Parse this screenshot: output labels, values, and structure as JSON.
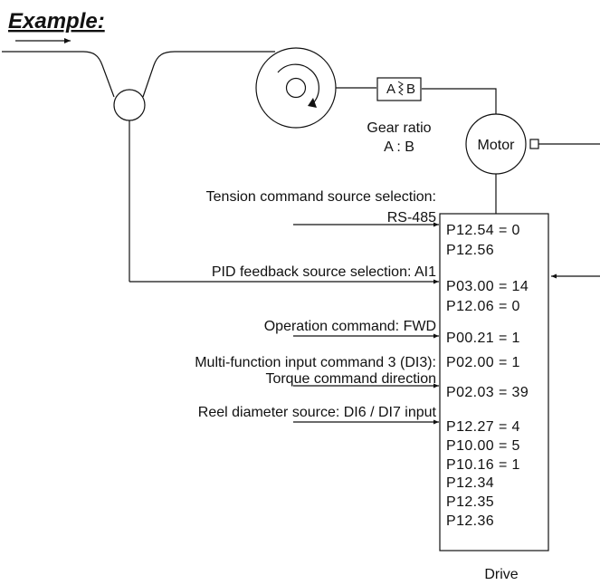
{
  "title": "Example:",
  "gear": {
    "a": "A",
    "b": "B",
    "label": "Gear ratio",
    "ratio": "A : B"
  },
  "motor_label": "Motor",
  "drive_label": "Drive",
  "inputs": [
    {
      "lines": [
        "Tension command source selection:",
        "RS-485"
      ],
      "params": [
        "P12.54 = 0",
        "P12.56"
      ]
    },
    {
      "lines": [
        "PID feedback source selection: AI1"
      ],
      "params": [
        "P03.00 = 14",
        "P12.06 = 0"
      ]
    },
    {
      "lines": [
        "Operation command: FWD"
      ],
      "params": [
        "P00.21 = 1"
      ]
    },
    {
      "lines": [
        "Multi-function input command 3 (DI3):",
        "Torque command direction"
      ],
      "params": [
        "P02.00 = 1",
        "P02.03 = 39"
      ]
    },
    {
      "lines": [
        "Reel diameter source: DI6 / DI7 input"
      ],
      "params": [
        "P12.27 = 4",
        "P10.00 = 5",
        "P10.16 = 1",
        "P12.34",
        "P12.35",
        "P12.36"
      ]
    }
  ]
}
